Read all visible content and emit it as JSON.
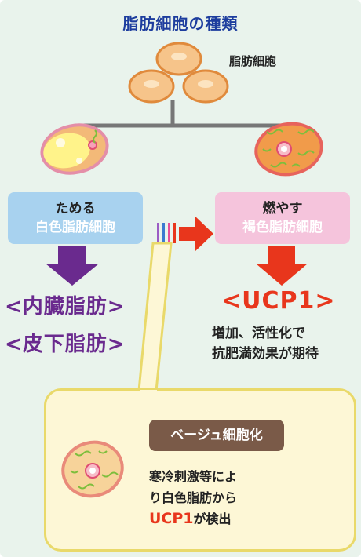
{
  "title": "脂肪細胞の種類",
  "cells_label": "脂肪細胞",
  "white_box": {
    "line1": "ためる",
    "line2": "白色脂肪細胞"
  },
  "brown_box": {
    "line1": "燃やす",
    "line2": "褐色脂肪細胞"
  },
  "white_results": [
    "<内臓脂肪>",
    "<皮下脂肪>"
  ],
  "ucp_result": "<UCP1>",
  "brown_effect": [
    "増加、活性化で",
    "抗肥満効果が期待"
  ],
  "beige": {
    "label": "ベージュ細胞化",
    "desc_line1": "寒冷刺激等によ",
    "desc_line2": "り白色脂肪から",
    "desc_ucp": "UCP1",
    "desc_tail": "が検出"
  },
  "colors": {
    "title": "#1d3d9e",
    "white_box": "#a8d2ef",
    "brown_box": "#f5c4dc",
    "purple": "#6a2a8e",
    "red": "#e8361c",
    "beige_label": "#7a5a48"
  }
}
